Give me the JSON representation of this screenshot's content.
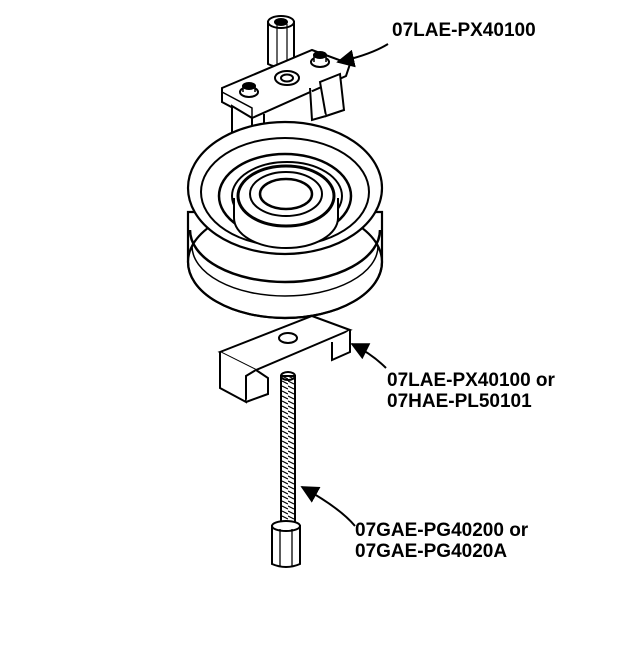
{
  "callouts": {
    "top_tool": {
      "lines": [
        "07LAE-PX40100"
      ]
    },
    "lower_tool": {
      "lines": [
        "07LAE-PX40100 or",
        "07HAE-PL50101"
      ]
    },
    "bolt_tool": {
      "lines": [
        "07GAE-PG40200 or",
        "07GAE-PG4020A"
      ]
    }
  },
  "colors": {
    "ink": "#000000",
    "paper": "#ffffff",
    "shade": "#d9d9d9"
  }
}
